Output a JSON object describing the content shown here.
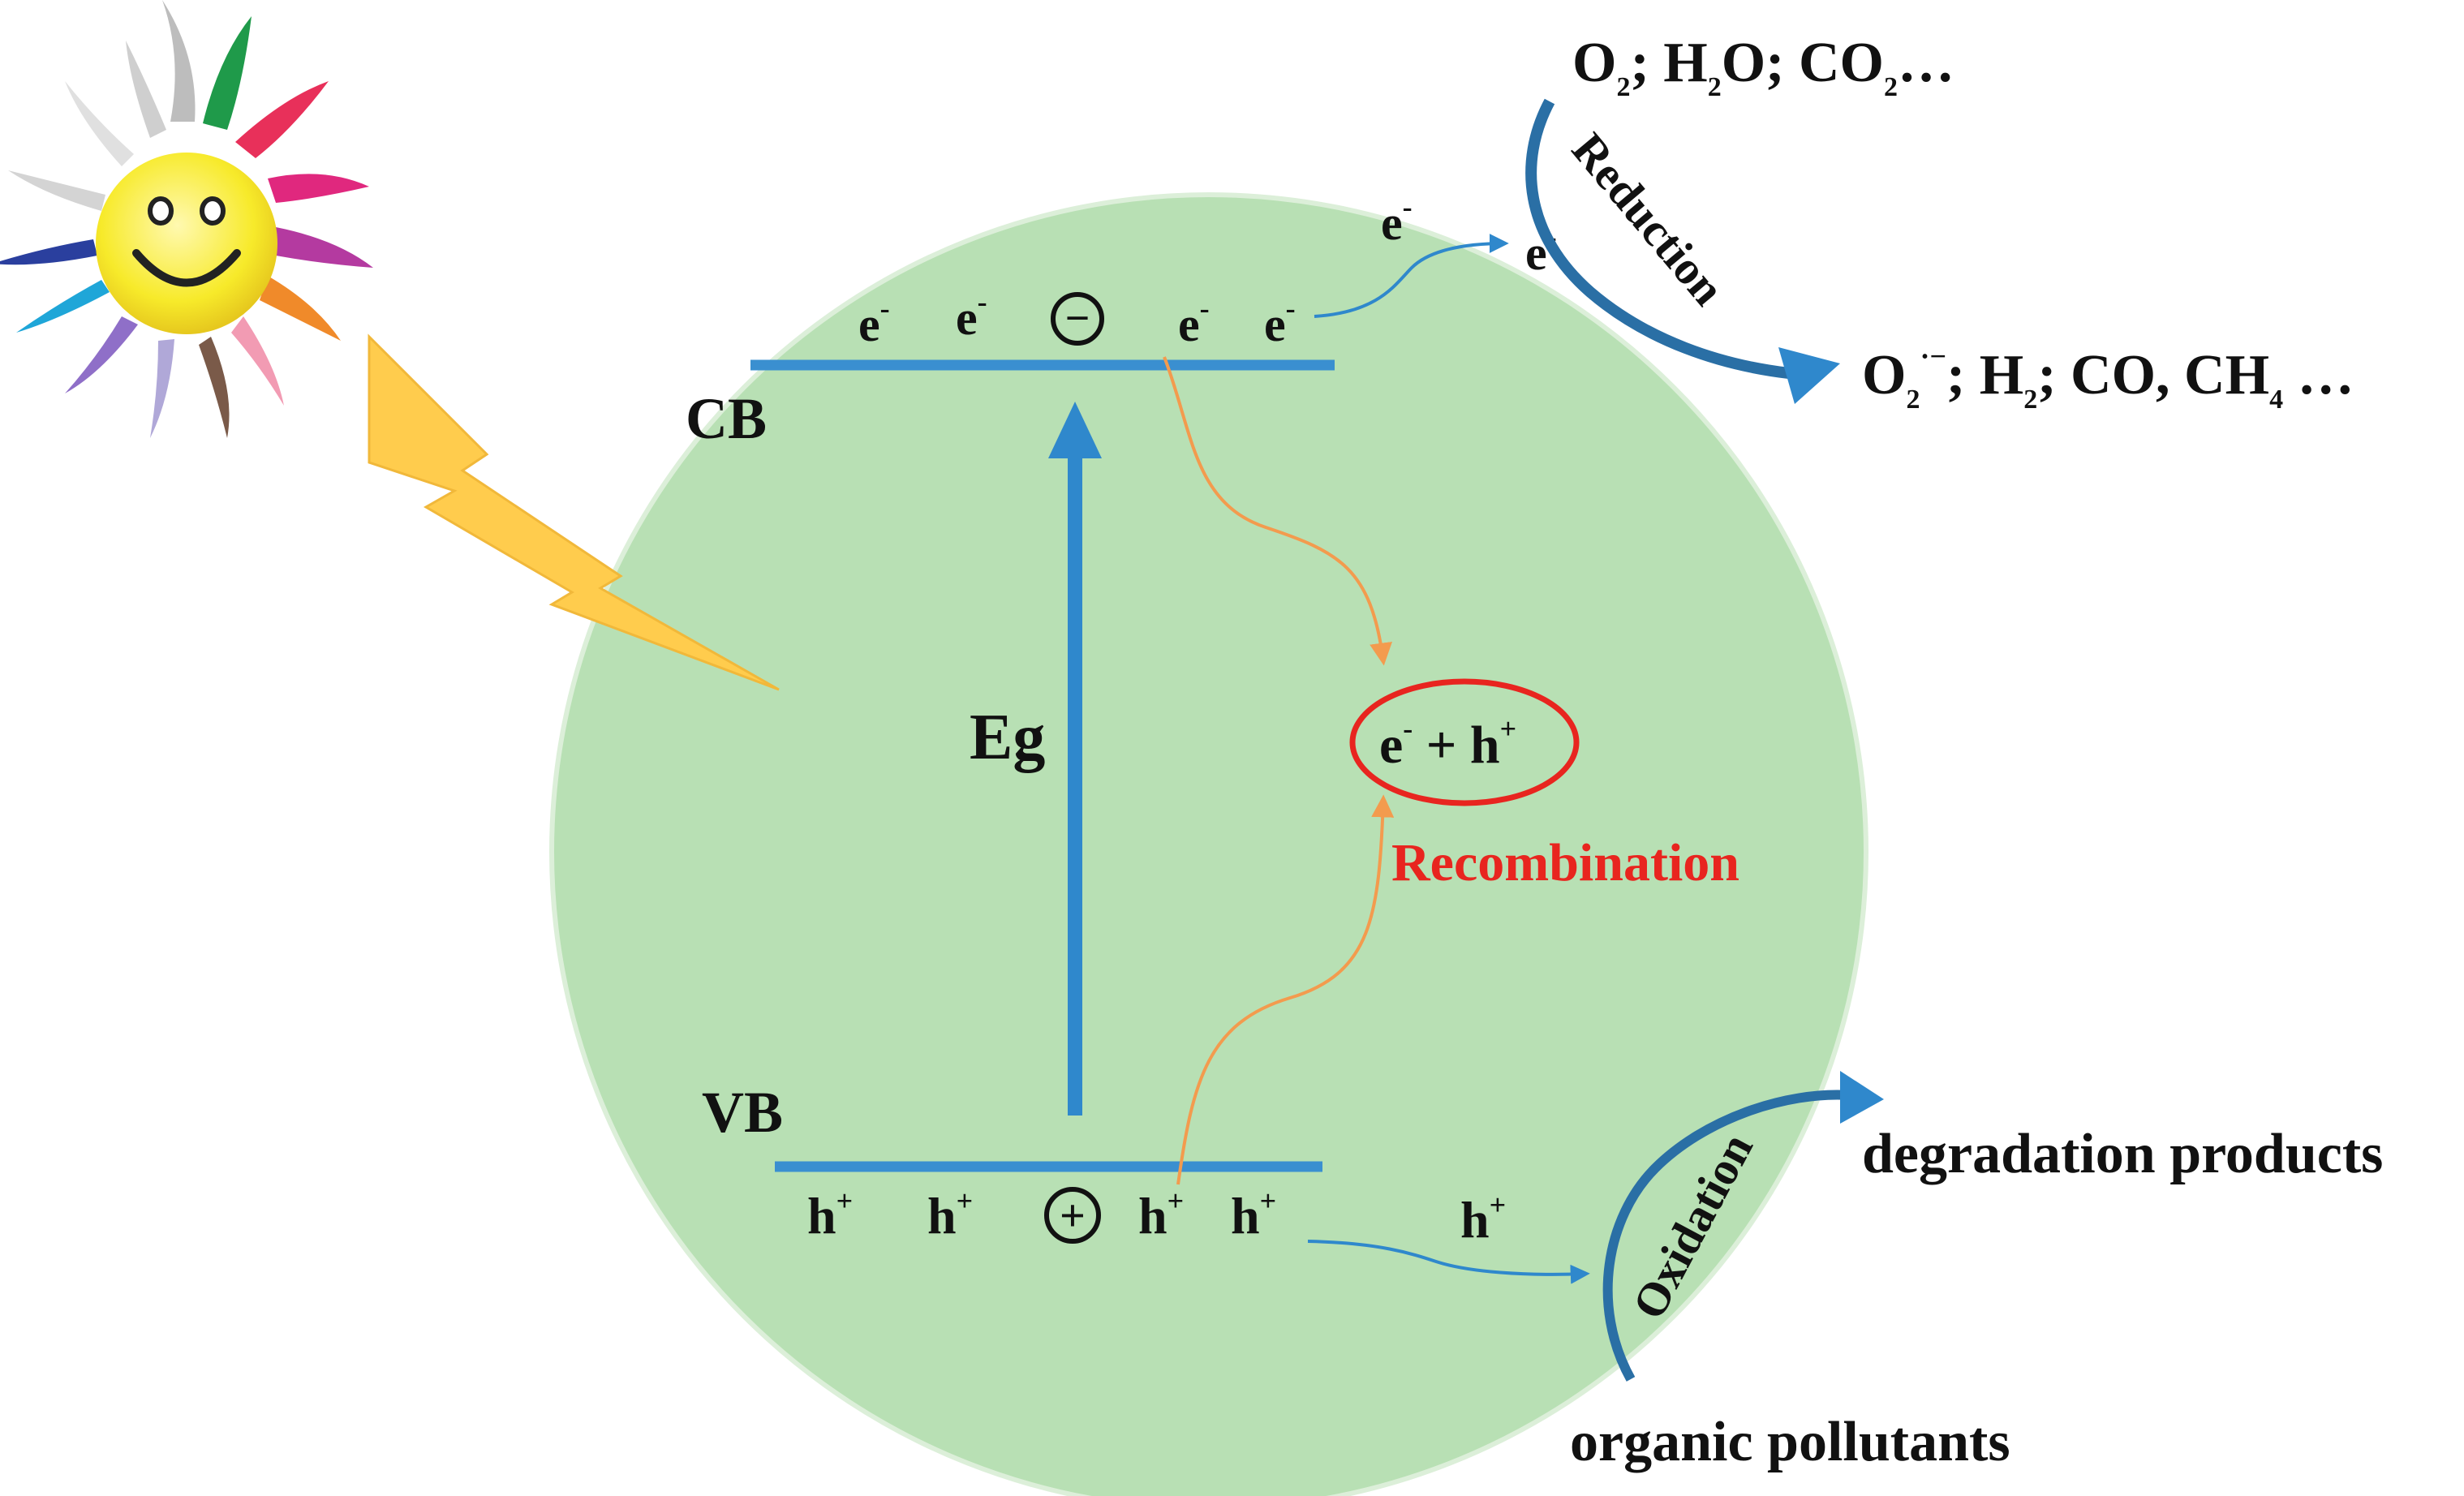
{
  "colors": {
    "particle": "#b8e0b4",
    "band": "#3a8fd0",
    "arrow_blue": "#2f88cc",
    "arrow_dark": "#2a6fa5",
    "recombination": "#e8251f",
    "orange_path": "#f39b4e",
    "lightning": "#ffcc4d",
    "sun_face": "#f7ea2a"
  },
  "labels": {
    "cb": "CB",
    "vb": "VB",
    "eg": "Eg",
    "recombination": "Recombination",
    "reduction": "Reduction",
    "oxidation": "Oxidation",
    "degradation_products": "degradation products",
    "organic_pollutants": "organic pollutants"
  },
  "electron": {
    "base": "e",
    "charge": "-"
  },
  "hole": {
    "base": "h",
    "charge": "+"
  },
  "symbols": {
    "minus": "−",
    "plus": "+"
  },
  "recombination_pair": {
    "plus": " + "
  },
  "reduction_reactants": {
    "o": "O",
    "o_sub": "2",
    "sep1": "; H",
    "h_sub": "2",
    "o2": "O; CO",
    "co_sub": "2",
    "tail": "…"
  },
  "reduction_products": {
    "o": "O",
    "o_sub": "2",
    "o_sup": "·−",
    "h_part": "; H",
    "h_sub": "2",
    "co_part": "; CO, CH",
    "ch_sub": "4",
    "tail": " …"
  },
  "icons": [
    "sun-icon",
    "lightning-bolt-icon"
  ]
}
